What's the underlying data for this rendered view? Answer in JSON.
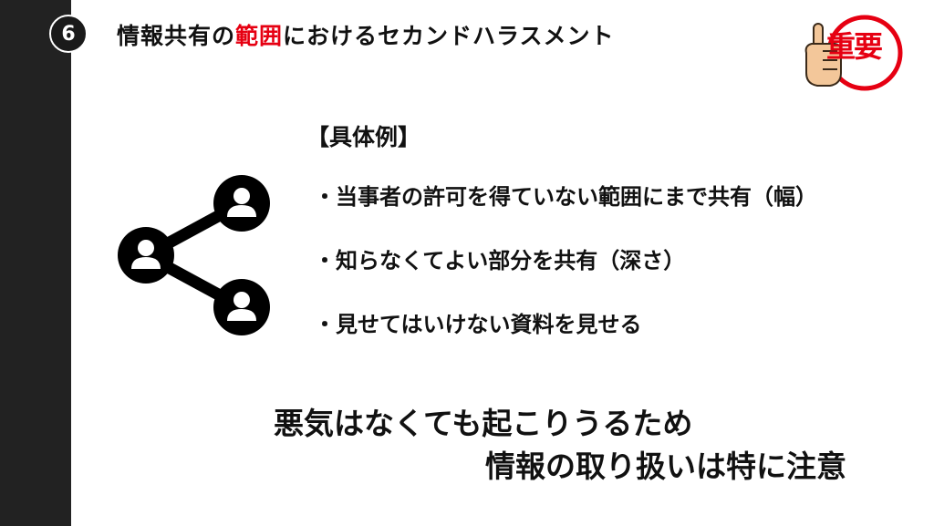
{
  "slide": {
    "number": "6",
    "title_before": "情報共有の",
    "title_accent": "範囲",
    "title_after": "におけるセカンドハラスメント",
    "stamp_label": "重要",
    "accent_color": "#e60012"
  },
  "examples": {
    "heading": "【具体例】",
    "items": [
      "・当事者の許可を得ていない範囲にまで共有（幅）",
      "・知らなくてよい部分を共有（深さ）",
      "・見せてはいけない資料を見せる"
    ]
  },
  "conclusion": {
    "line1": "悪気はなくても起こりうるため",
    "line2": "情報の取り扱いは特に注意"
  },
  "icons": {
    "share": "share-people-icon",
    "stamp": "pointing-finger-stamp-icon"
  }
}
